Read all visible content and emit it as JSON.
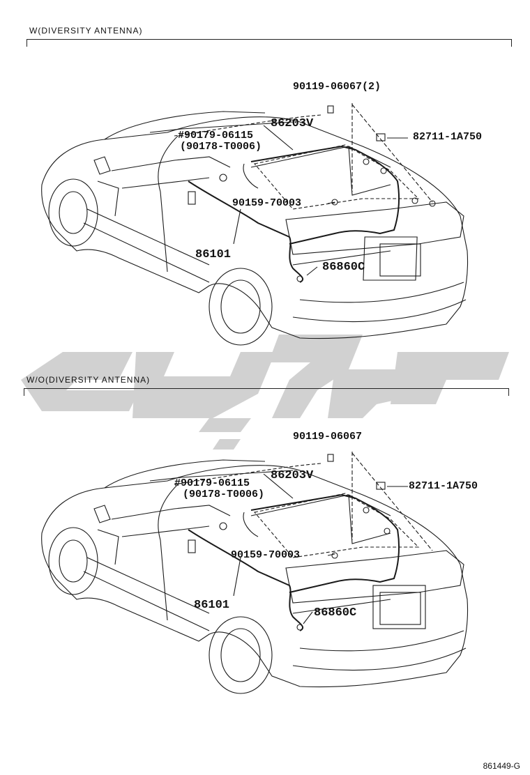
{
  "sections": [
    {
      "title": "W(DIVERSITY ANTENNA)",
      "parts": {
        "bolt": "90119-06067(2)",
        "cord": "86203V",
        "clamp": "82711-1A750",
        "amp_primary": "#90179-06115",
        "amp_alt": "(90178-T0006)",
        "screw": "90159-70003",
        "receiver": "86101",
        "antenna": "86860C"
      }
    },
    {
      "title": "W/O(DIVERSITY ANTENNA)",
      "parts": {
        "bolt": "90119-06067",
        "cord": "86203V",
        "clamp": "82711-1A750",
        "amp_primary": "#90179-06115",
        "amp_alt": "(90178-T0006)",
        "screw": "90159-70003",
        "receiver": "86101",
        "antenna": "86860C"
      }
    }
  ],
  "diagram_id": "861449-G",
  "colors": {
    "line": "#1a1a1a",
    "watermark": "#c8c8c8"
  }
}
